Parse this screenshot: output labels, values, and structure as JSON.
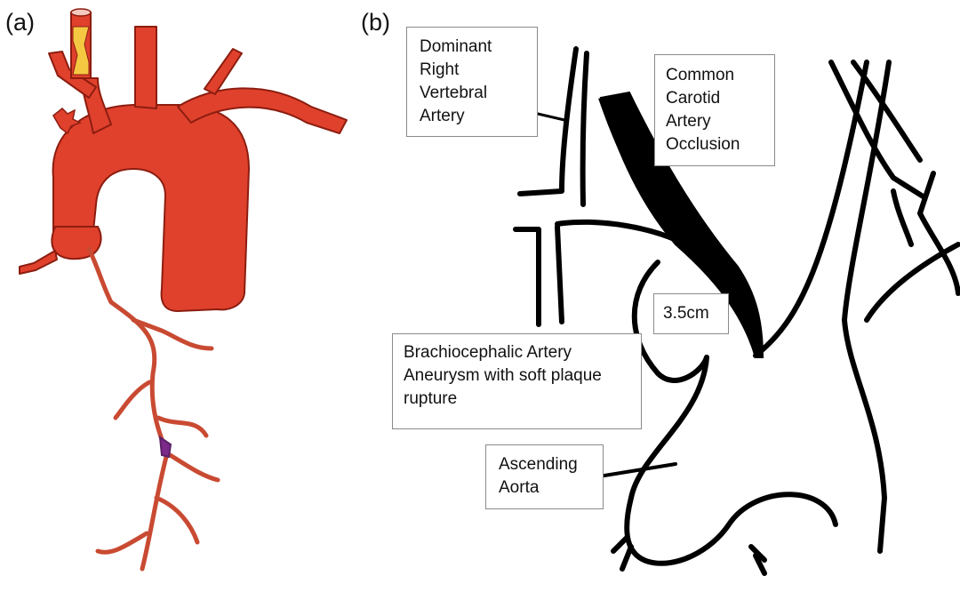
{
  "panels": {
    "a": {
      "label": "(a)"
    },
    "b": {
      "label": "(b)"
    }
  },
  "callouts": {
    "vertebral": "Dominant\nRight\nVertebral\nArtery",
    "carotid": "Common\nCarotid\nArtery\nOcclusion",
    "size": "3.5cm",
    "aneurysm": "Brachiocephalic Artery\nAneurysm with soft plaque\nrupture",
    "aorta": "Ascending\nAorta"
  },
  "colors": {
    "artery_red": "#e0412c",
    "artery_outline": "#8c1d10",
    "thrombus_yellow": "#f5c842",
    "clot_purple": "#7b2a8a",
    "ink": "#000000",
    "box_border": "#8a8a8a"
  }
}
